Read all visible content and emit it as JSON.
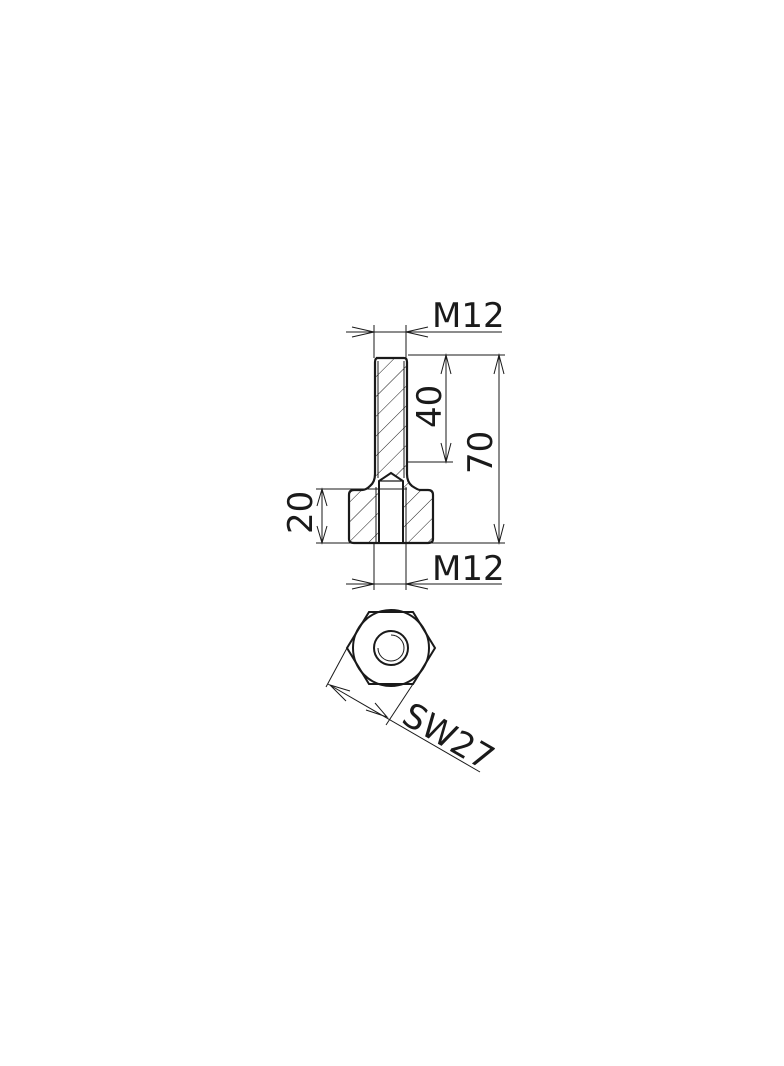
{
  "drawing": {
    "type": "technical-drawing",
    "subject": "threaded spacer / adapter",
    "side_view": {
      "labels": {
        "top_thread": "M12",
        "bottom_thread": "M12",
        "stud_length": "40",
        "overall_length": "70",
        "thread_depth": "20"
      }
    },
    "top_view": {
      "labels": {
        "wrench_size": "SW27"
      }
    },
    "colors": {
      "line": "#1a1a1a",
      "background": "#ffffff"
    }
  }
}
